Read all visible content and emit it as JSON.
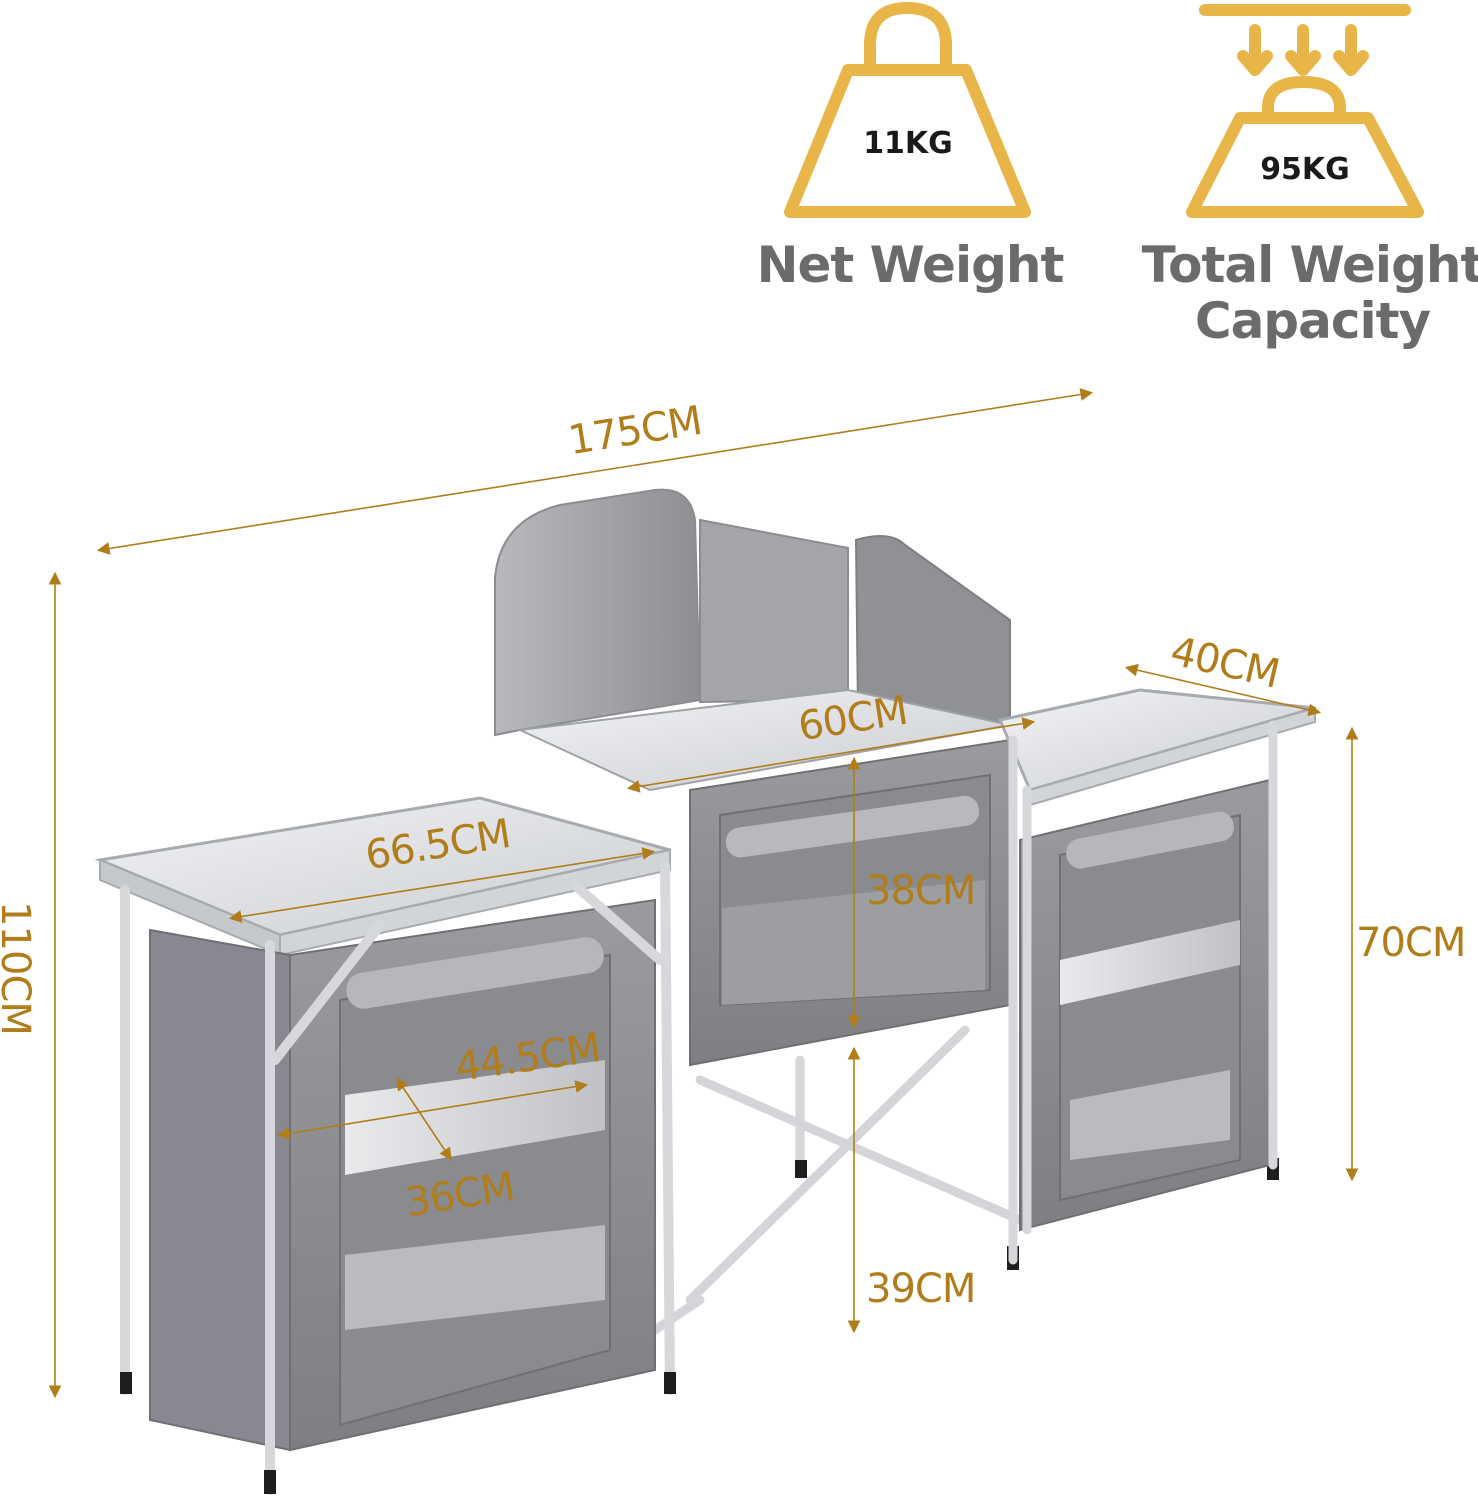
{
  "weights": {
    "net": {
      "value": "11KG",
      "label": "Net Weight",
      "icon": "weight-icon"
    },
    "capacity": {
      "value": "95KG",
      "label_line1": "Total Weight",
      "label_line2": "Capacity",
      "icon": "load-capacity-icon"
    }
  },
  "dimensions": {
    "overall_width": "175CM",
    "overall_height": "110CM",
    "depth": "40CM",
    "center_width": "60CM",
    "left_table_width": "66.5CM",
    "center_cabinet_height": "38CM",
    "side_table_height": "70CM",
    "shelf_depth": "44.5CM",
    "shelf_width": "36CM",
    "lower_clearance": "39CM"
  },
  "colors": {
    "accent": "#E8B548",
    "dimension_line": "#B07D1A",
    "caption": "#6B6B6B",
    "fabric": "#8E8E90",
    "frame": "#D9DBDE"
  }
}
